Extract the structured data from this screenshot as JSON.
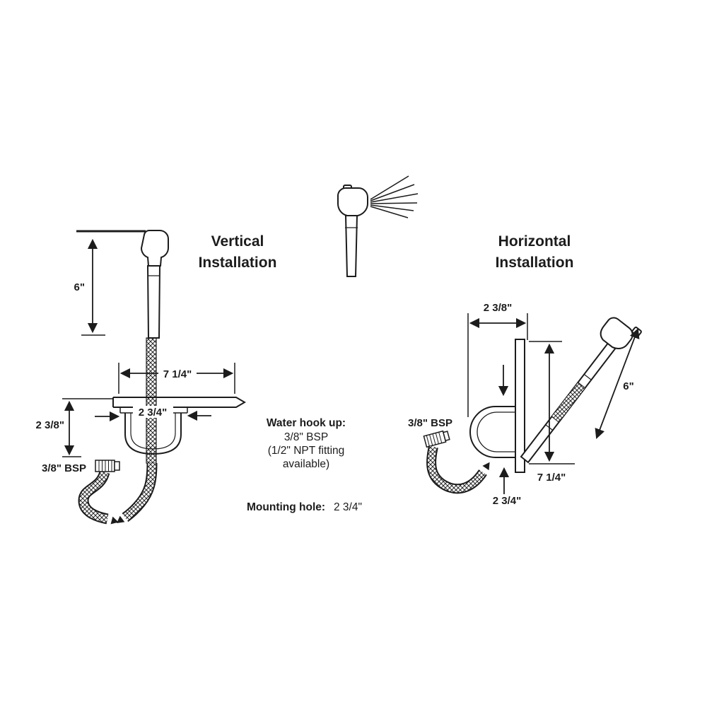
{
  "vertical": {
    "title_line1": "Vertical",
    "title_line2": "Installation",
    "hose_length": "6\"",
    "flange_width": "7 1/4\"",
    "mount_hole_width": "2 3/4\"",
    "cup_depth": "2 3/8\"",
    "hookup_label": "3/8\" BSP"
  },
  "horizontal": {
    "title_line1": "Horizontal",
    "title_line2": "Installation",
    "top_width": "2 3/8\"",
    "hookup_label": "3/8\" BSP",
    "hose_length": "6\"",
    "height": "7 1/4\"",
    "mount_hole_width": "2 3/4\""
  },
  "notes": {
    "water_line1": "Water hook up:",
    "water_line2": "3/8\" BSP",
    "water_line3": "(1/2\" NPT fitting",
    "water_line4": "available)",
    "mounting_label": "Mounting hole:",
    "mounting_value": "2 3/4\""
  },
  "colors": {
    "ink": "#1c1c1c",
    "background": "#ffffff"
  }
}
